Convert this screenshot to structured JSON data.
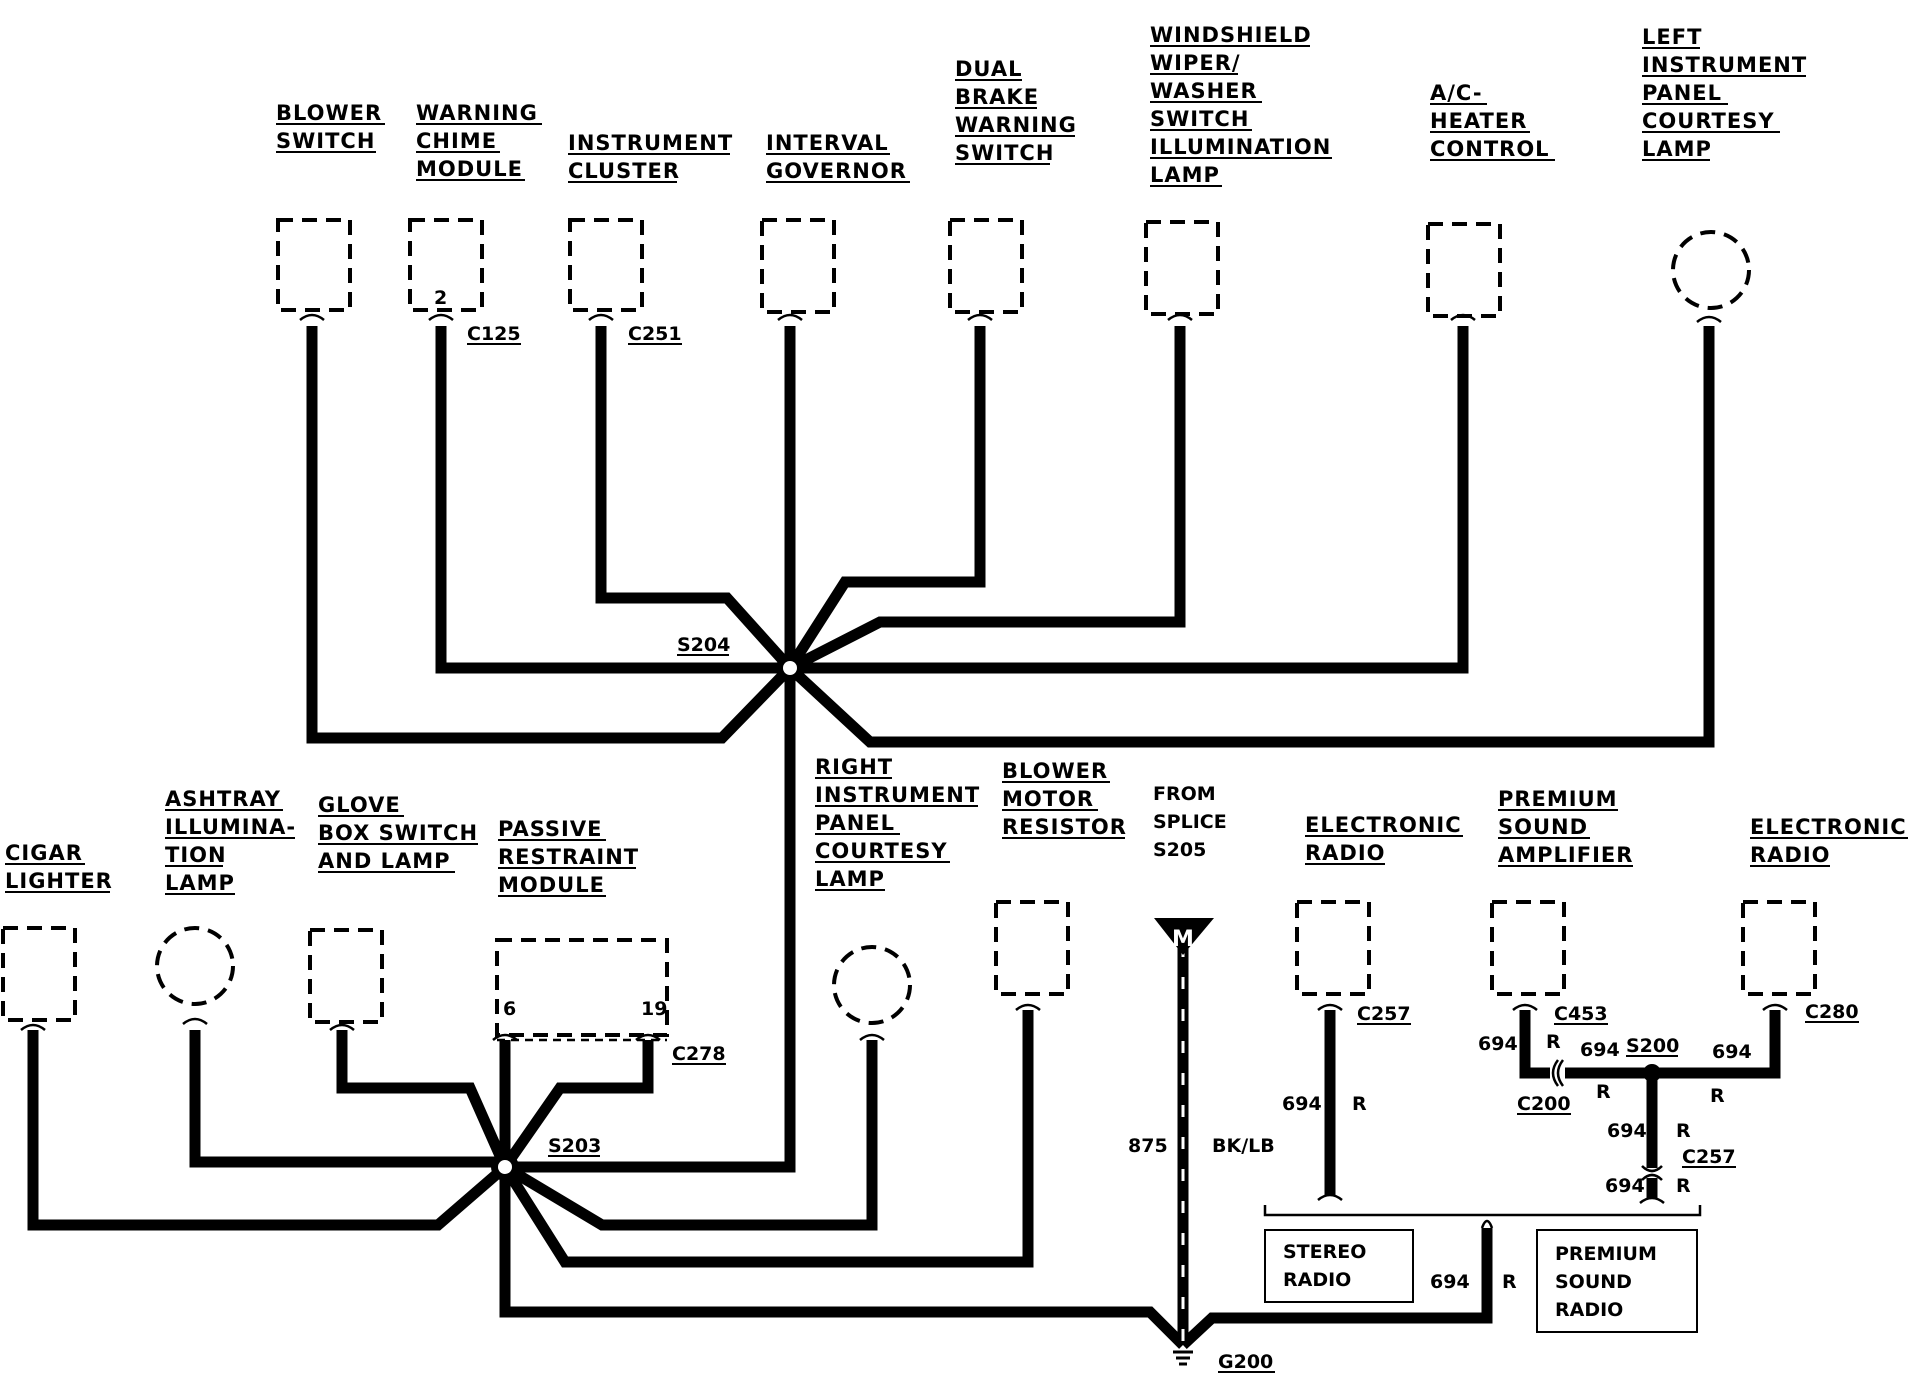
{
  "components": {
    "blower_switch": [
      "BLOWER",
      "SWITCH"
    ],
    "warning_chime": [
      "WARNING",
      "CHIME",
      "MODULE"
    ],
    "instrument_cluster": [
      "INSTRUMENT",
      "CLUSTER"
    ],
    "interval_governor": [
      "INTERVAL",
      "GOVERNOR"
    ],
    "dual_brake": [
      "DUAL",
      "BRAKE",
      "WARNING",
      "SWITCH"
    ],
    "windshield": [
      "WINDSHIELD",
      "WIPER/",
      "WASHER",
      "SWITCH",
      "ILLUMINATION",
      "LAMP"
    ],
    "ac_heater": [
      "A/C-",
      "HEATER",
      "CONTROL"
    ],
    "left_courtesy": [
      "LEFT",
      "INSTRUMENT",
      "PANEL",
      "COURTESY",
      "LAMP"
    ],
    "cigar_lighter": [
      "CIGAR",
      "LIGHTER"
    ],
    "ashtray": [
      "ASHTRAY",
      "ILLUMINA-",
      "TION",
      "LAMP"
    ],
    "glove_box": [
      "GLOVE",
      "BOX SWITCH",
      "AND LAMP"
    ],
    "passive_restraint": [
      "PASSIVE",
      "RESTRAINT",
      "MODULE"
    ],
    "right_courtesy": [
      "RIGHT",
      "INSTRUMENT",
      "PANEL",
      "COURTESY",
      "LAMP"
    ],
    "blower_resistor": [
      "BLOWER",
      "MOTOR",
      "RESISTOR"
    ],
    "from_splice": [
      "FROM",
      "SPLICE",
      "S205"
    ],
    "electronic_radio_1": [
      "ELECTRONIC",
      "RADIO"
    ],
    "premium_amp": [
      "PREMIUM",
      "SOUND",
      "AMPLIFIER"
    ],
    "electronic_radio_2": [
      "ELECTRONIC",
      "RADIO"
    ],
    "stereo_radio": [
      "STEREO",
      "RADIO"
    ],
    "premium_radio": [
      "PREMIUM",
      "SOUND",
      "RADIO"
    ]
  },
  "connectors": {
    "c125": "C125",
    "c251": "C251",
    "c278": "C278",
    "c257a": "C257",
    "c453": "C453",
    "c280": "C280",
    "c200": "C200",
    "c257b": "C257"
  },
  "splices": {
    "s204": "S204",
    "s203": "S203",
    "s200": "S200"
  },
  "ground": {
    "label": "G200",
    "symbol": "M"
  },
  "pins": {
    "chime": "2",
    "restraint_left": "6",
    "restraint_right": "19"
  },
  "circuits": {
    "c694": "694",
    "red": "R",
    "c875": "875",
    "bklb": "BK/LB"
  }
}
